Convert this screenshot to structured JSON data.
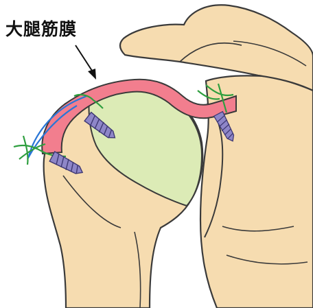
{
  "label": {
    "text": "大腿筋膜"
  },
  "colors": {
    "bone_fill": "#f6dcb0",
    "bone_outline": "#3a3a3a",
    "humeral_head_fill": "#dcebb6",
    "fascia_graft_fill": "#f27e8e",
    "anchor_fill": "#8e86c8",
    "suture_green": "#2e9e3e",
    "suture_blue": "#2a76d6"
  },
  "icons": {
    "anchor": "bone-anchor-screw",
    "suture": "suture-knot"
  }
}
